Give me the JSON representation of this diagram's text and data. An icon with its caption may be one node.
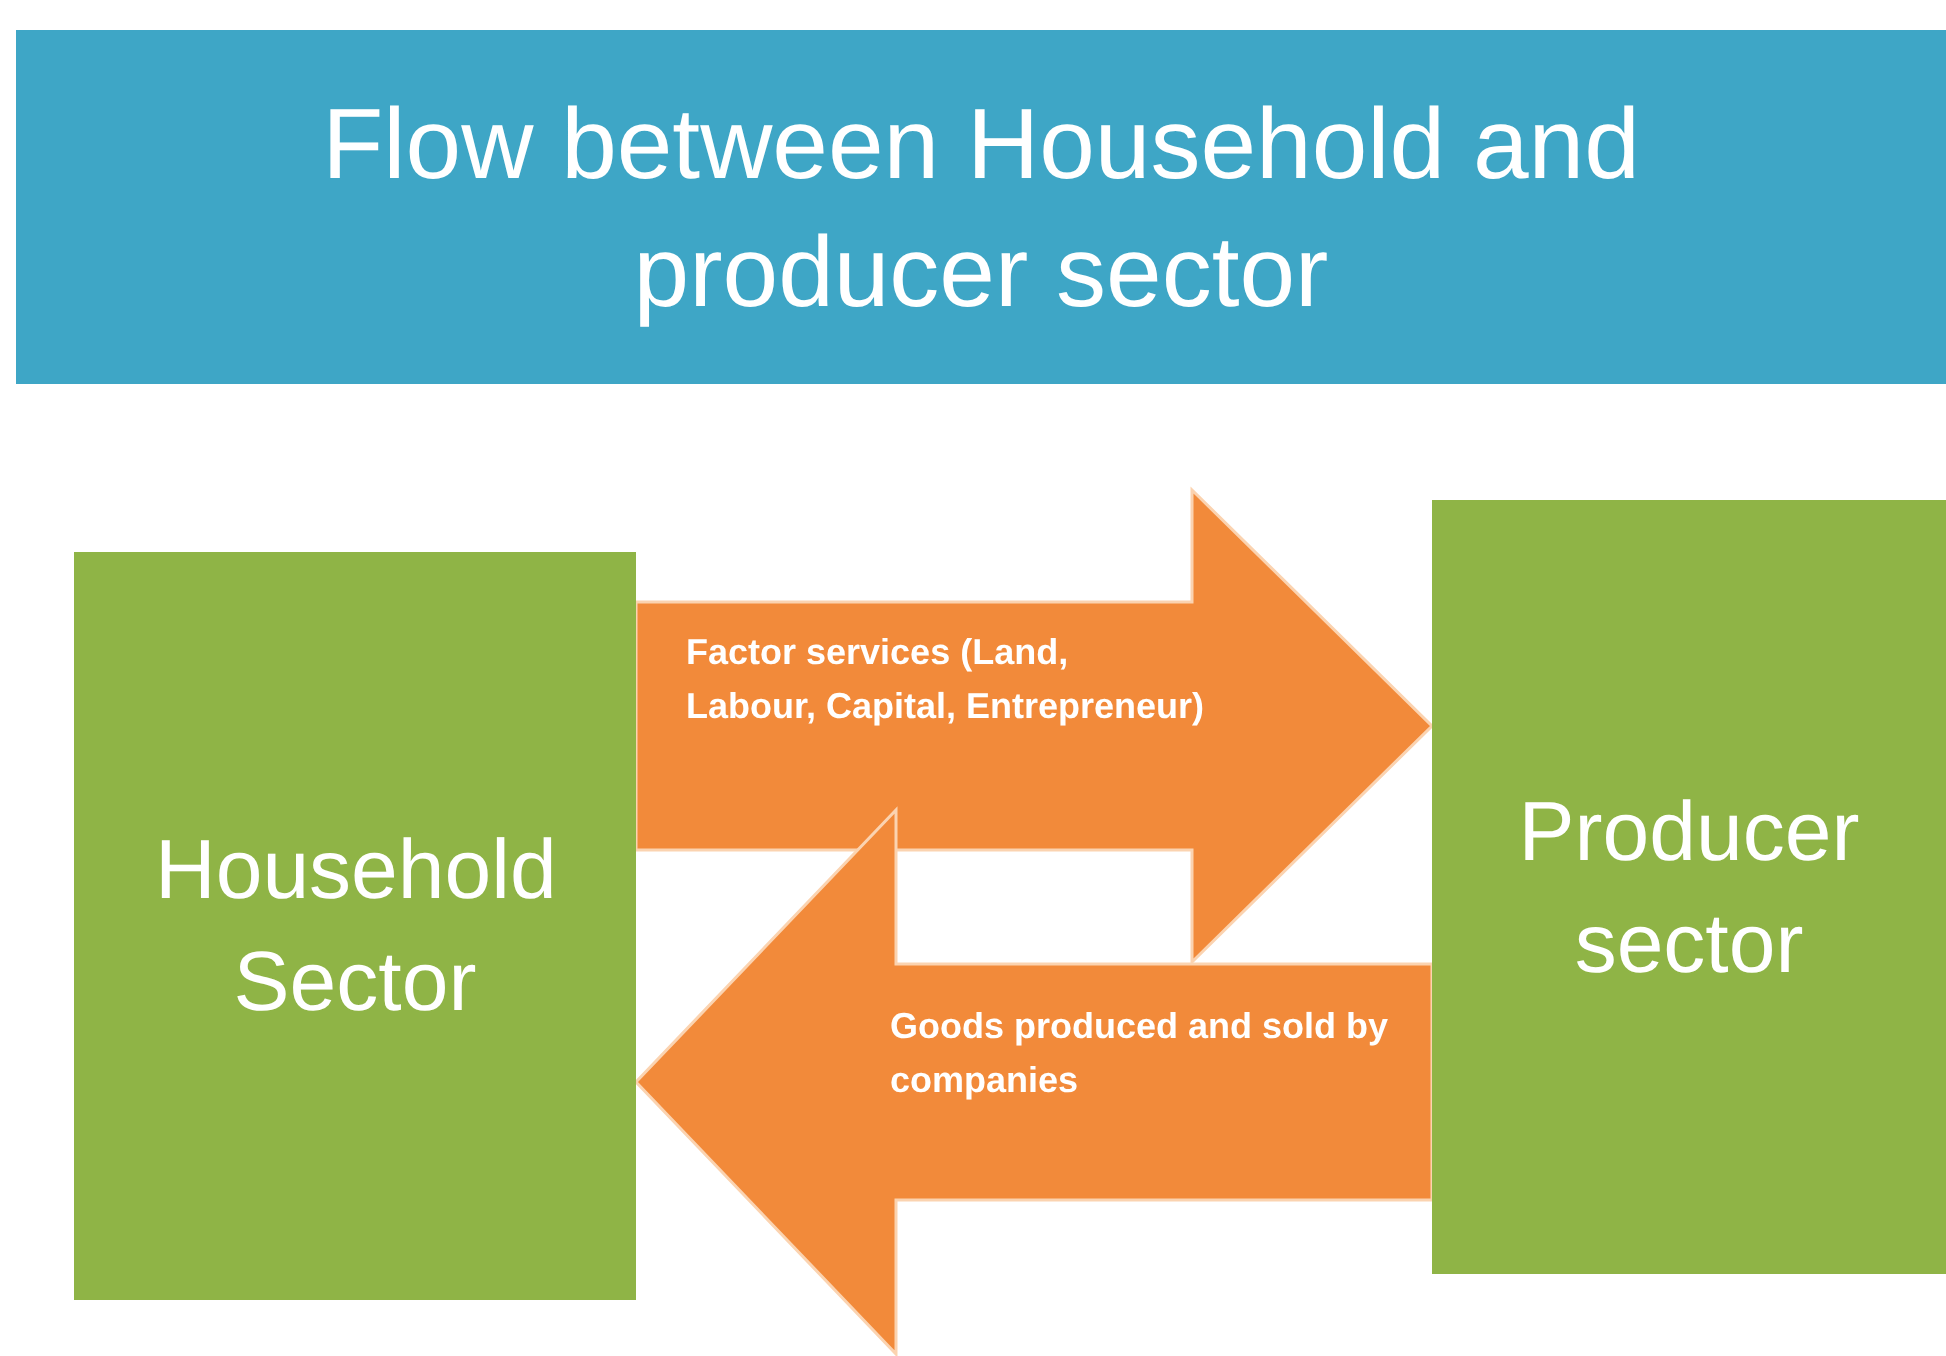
{
  "diagram": {
    "title": "Flow between Household and producer sector",
    "nodes": [
      {
        "text": [
          "Household Sector"
        ]
      },
      {
        "text": [
          "Producer sector"
        ]
      }
    ],
    "edges": [
      {
        "from": 0,
        "to": 1,
        "arrow": "to",
        "label": "Factor services (Land, Labour, Capital, Entrepreneur)"
      },
      {
        "from": 1,
        "to": 0,
        "arrow": "to",
        "label": "Goods produced and sold by companies"
      }
    ]
  }
}
